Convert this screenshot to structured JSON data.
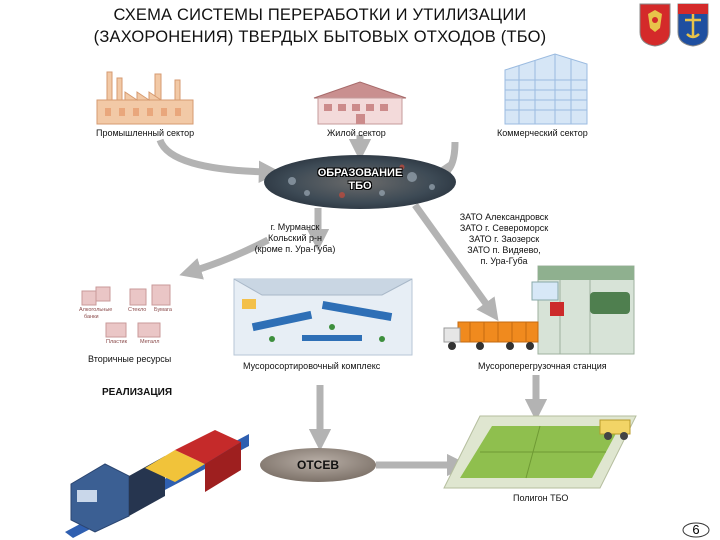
{
  "title": {
    "line1": "СХЕМА СИСТЕМЫ ПЕРЕРАБОТКИ И УТИЛИЗАЦИИ",
    "line2": "(ЗАХОРОНЕНИЯ) ТВЕРДЫХ БЫТОВЫХ ОТХОДОВ (ТБО)"
  },
  "sources": {
    "industrial": "Промышленный сектор",
    "residential": "Жилой сектор",
    "commercial": "Коммерческий сектор"
  },
  "formation": {
    "line1": "ОБРАЗОВАНИЕ",
    "line2": "ТБО"
  },
  "left_route": [
    "г. Мурманск",
    "Кольский р-н",
    "(кроме п. Ура-Губа)"
  ],
  "right_route": [
    "ЗАТО Александровск",
    "ЗАТО г. Североморск",
    "ЗАТО г. Заозерск",
    "ЗАТО п. Видяево,",
    "п. Ура-Губа"
  ],
  "recyclables": {
    "label": "Вторичные ресурсы",
    "items": {
      "alcohol": "Алкогольные",
      "cans": "банки",
      "glass": "Стекло",
      "paper": "Бумага",
      "plastic": "Пластик",
      "metal": "Металл"
    }
  },
  "sorting": {
    "label": "Мусоросортировочный комплекс"
  },
  "transfer": {
    "label": "Мусороперегрузочная станция"
  },
  "realization": {
    "label": "РЕАЛИЗАЦИЯ"
  },
  "otsev": {
    "label": "ОТСЕВ"
  },
  "landfill": {
    "label": "Полигон ТБО"
  },
  "page_number": "6",
  "colors": {
    "arrow": "#b3b3b3",
    "accent_red": "#cc2a2a",
    "train_track": "#2f5fb0"
  },
  "icons": [
    "factory-icon",
    "house-icon",
    "office-building-icon",
    "coat-of-arms-icon"
  ]
}
